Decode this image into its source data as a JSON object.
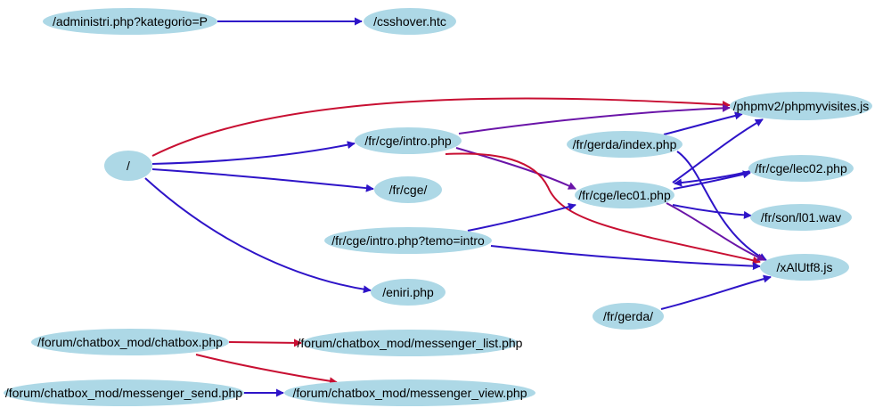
{
  "colors": {
    "node_fill": "#ADD8E6",
    "edge_blue": "#2E14C8",
    "edge_purple": "#6A14A8",
    "edge_red": "#C80F32"
  },
  "graph": {
    "nodes": [
      {
        "id": "admin",
        "label": "/administri.php?kategorio=P"
      },
      {
        "id": "csshover",
        "label": "/csshover.htc"
      },
      {
        "id": "phpmv",
        "label": "/phpmv2/phpmyvisites.js"
      },
      {
        "id": "root",
        "label": "/"
      },
      {
        "id": "intro",
        "label": "/fr/cge/intro.php"
      },
      {
        "id": "gerdaindex",
        "label": "/fr/gerda/index.php"
      },
      {
        "id": "lec02",
        "label": "/fr/cge/lec02.php"
      },
      {
        "id": "cge",
        "label": "/fr/cge/"
      },
      {
        "id": "lec01",
        "label": "/fr/cge/lec01.php"
      },
      {
        "id": "l01",
        "label": "/fr/son/l01.wav"
      },
      {
        "id": "introtemo",
        "label": "/fr/cge/intro.php?temo=intro"
      },
      {
        "id": "xal",
        "label": "/xAlUtf8.js"
      },
      {
        "id": "eniri",
        "label": "/eniri.php"
      },
      {
        "id": "gerda",
        "label": "/fr/gerda/"
      },
      {
        "id": "chatbox",
        "label": "/forum/chatbox_mod/chatbox.php"
      },
      {
        "id": "msglist",
        "label": "/forum/chatbox_mod/messenger_list.php"
      },
      {
        "id": "msgsend",
        "label": "/forum/chatbox_mod/messenger_send.php"
      },
      {
        "id": "msgview",
        "label": "/forum/chatbox_mod/messenger_view.php"
      }
    ],
    "edges": [
      {
        "from": "admin",
        "to": "csshover",
        "color": "blue"
      },
      {
        "from": "root",
        "to": "phpmv",
        "color": "red"
      },
      {
        "from": "root",
        "to": "intro",
        "color": "blue"
      },
      {
        "from": "root",
        "to": "cge",
        "color": "blue"
      },
      {
        "from": "root",
        "to": "eniri",
        "color": "blue"
      },
      {
        "from": "intro",
        "to": "phpmv",
        "color": "purple"
      },
      {
        "from": "intro",
        "to": "lec01",
        "color": "purple"
      },
      {
        "from": "intro",
        "to": "xal",
        "color": "red"
      },
      {
        "from": "gerdaindex",
        "to": "phpmv",
        "color": "blue"
      },
      {
        "from": "gerdaindex",
        "to": "xal",
        "color": "blue"
      },
      {
        "from": "lec01",
        "to": "phpmv",
        "color": "blue"
      },
      {
        "from": "lec01",
        "to": "lec02",
        "color": "blue"
      },
      {
        "from": "lec02",
        "to": "lec01",
        "color": "blue"
      },
      {
        "from": "lec01",
        "to": "l01",
        "color": "blue"
      },
      {
        "from": "lec01",
        "to": "xal",
        "color": "purple"
      },
      {
        "from": "introtemo",
        "to": "lec01",
        "color": "blue"
      },
      {
        "from": "introtemo",
        "to": "xal",
        "color": "blue"
      },
      {
        "from": "gerda",
        "to": "xal",
        "color": "blue"
      },
      {
        "from": "chatbox",
        "to": "msglist",
        "color": "red"
      },
      {
        "from": "chatbox",
        "to": "msgview",
        "color": "red"
      },
      {
        "from": "msgsend",
        "to": "msgview",
        "color": "blue"
      }
    ]
  }
}
